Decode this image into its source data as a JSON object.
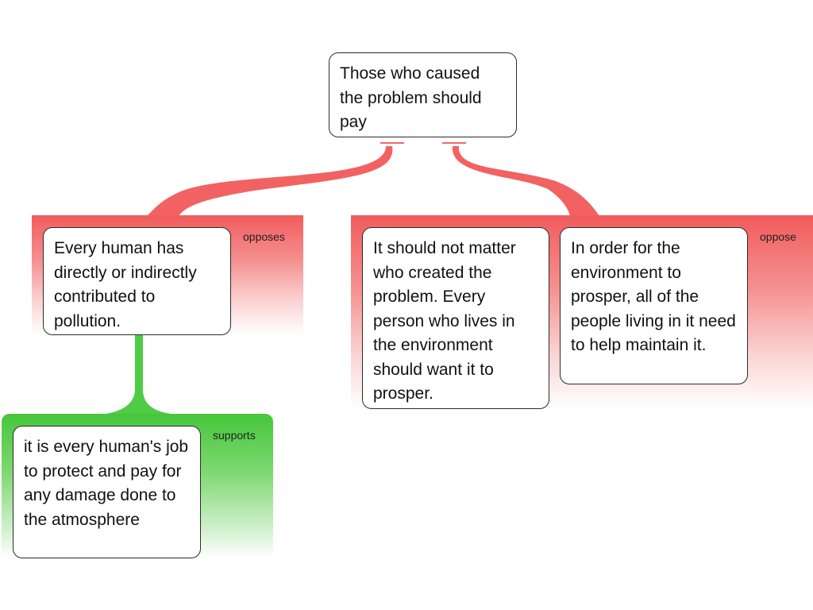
{
  "root": {
    "text": "Those who caused the problem should pay"
  },
  "objections": [
    {
      "label": "opposes",
      "claims": [
        {
          "text": "Every human has directly or indirectly contributed to pollution."
        }
      ],
      "supports": {
        "label": "supports",
        "claims": [
          {
            "text": "it is every human's job to protect and pay for any damage done to the atmosphere"
          }
        ]
      }
    },
    {
      "label": "oppose",
      "claims": [
        {
          "text": "It should not matter who created the problem. Every person who lives in the environment should want it to prosper."
        },
        {
          "text": "In order for the environment to prosper, all of the people living in it need to help maintain it."
        }
      ]
    }
  ],
  "colors": {
    "oppose": "#f25b5b",
    "support": "#46c63a",
    "border": "#2b2b2b"
  }
}
